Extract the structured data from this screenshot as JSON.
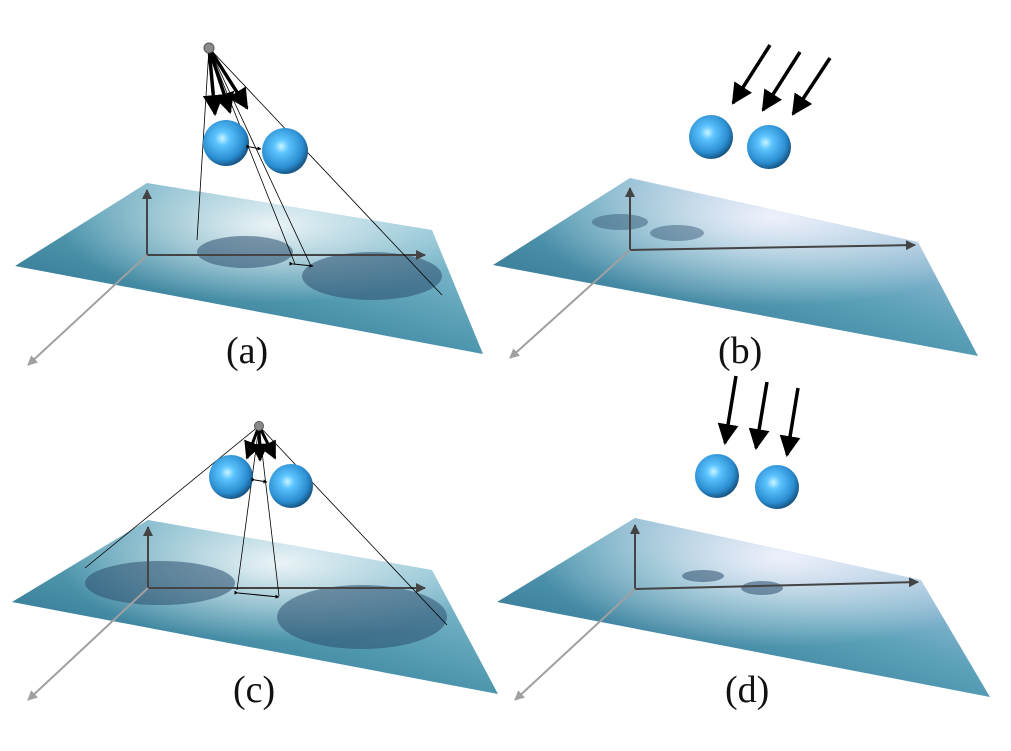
{
  "figure": {
    "panels": [
      {
        "id": "a",
        "label": "(a)",
        "light": "point",
        "sphere_color": "#3aa7e8",
        "shadow_color": "#2c4f6e"
      },
      {
        "id": "b",
        "label": "(b)",
        "light": "directional",
        "sphere_color": "#3aa7e8",
        "shadow_color": "#2c4f6e"
      },
      {
        "id": "c",
        "label": "(c)",
        "light": "point",
        "sphere_color": "#3aa7e8",
        "shadow_color": "#2c4f6e"
      },
      {
        "id": "d",
        "label": "(d)",
        "light": "directional",
        "sphere_color": "#3aa7e8",
        "shadow_color": "#2c4f6e"
      }
    ],
    "colors": {
      "plane_dark": "#1e5f80",
      "plane_light": "#bfe6ee",
      "plane_highlight": "#f0f2ff",
      "axis": "#444444",
      "axis_front": "#999999",
      "arrow": "#000000"
    }
  }
}
